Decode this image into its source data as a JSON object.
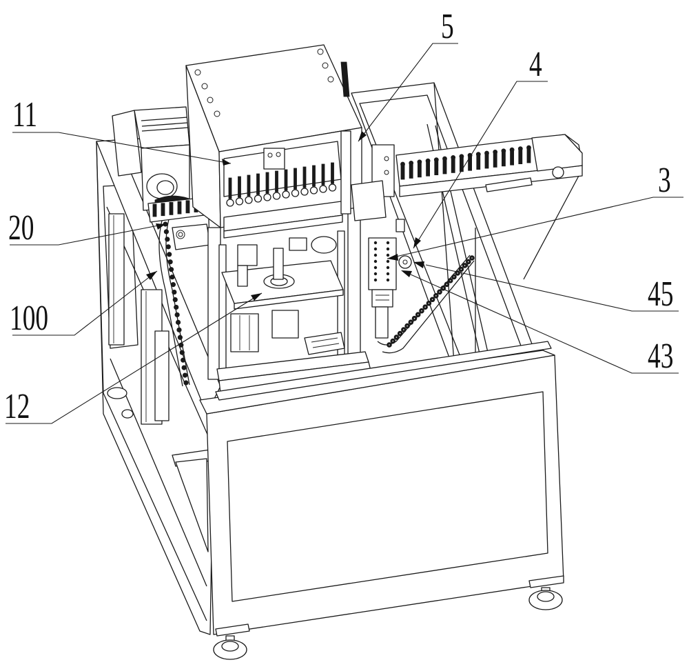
{
  "figure": {
    "type": "patent line drawing",
    "subject": "automatic assembly machine (perspective view)",
    "background": "#ffffff",
    "line_color": "#1a1a1a"
  },
  "reference_labels": [
    {
      "id": "label-11",
      "text": "11",
      "points_to": "upper mechanism inside press head"
    },
    {
      "id": "label-20",
      "text": "20",
      "points_to": "chain conveyor on left"
    },
    {
      "id": "label-100",
      "text": "100",
      "points_to": "machine frame"
    },
    {
      "id": "label-12",
      "text": "12",
      "points_to": "lower working plate"
    },
    {
      "id": "label-5",
      "text": "5",
      "points_to": "press head side rail"
    },
    {
      "id": "label-4",
      "text": "4",
      "points_to": "vertical module"
    },
    {
      "id": "label-3",
      "text": "3",
      "points_to": "vertical slide block"
    },
    {
      "id": "label-45",
      "text": "45",
      "points_to": "roller wheel"
    },
    {
      "id": "label-43",
      "text": "43",
      "points_to": "lower arm of module"
    }
  ]
}
